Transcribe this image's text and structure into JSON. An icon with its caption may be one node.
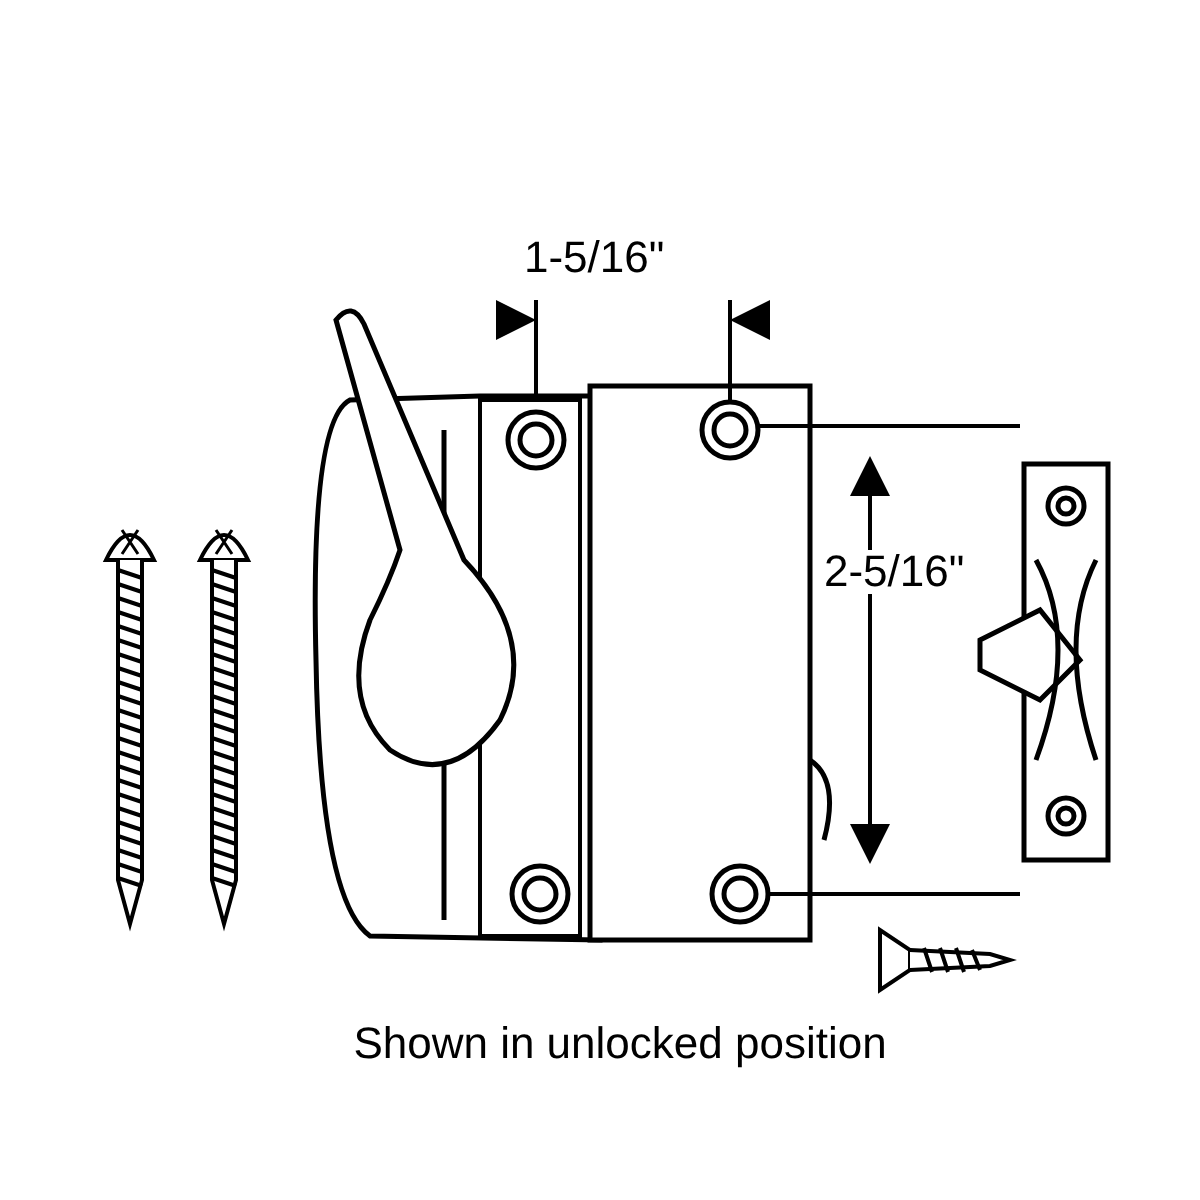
{
  "diagram": {
    "caption": "Shown in unlocked position",
    "labels": [
      "1-5/16\"",
      "2-5/16\""
    ]
  }
}
